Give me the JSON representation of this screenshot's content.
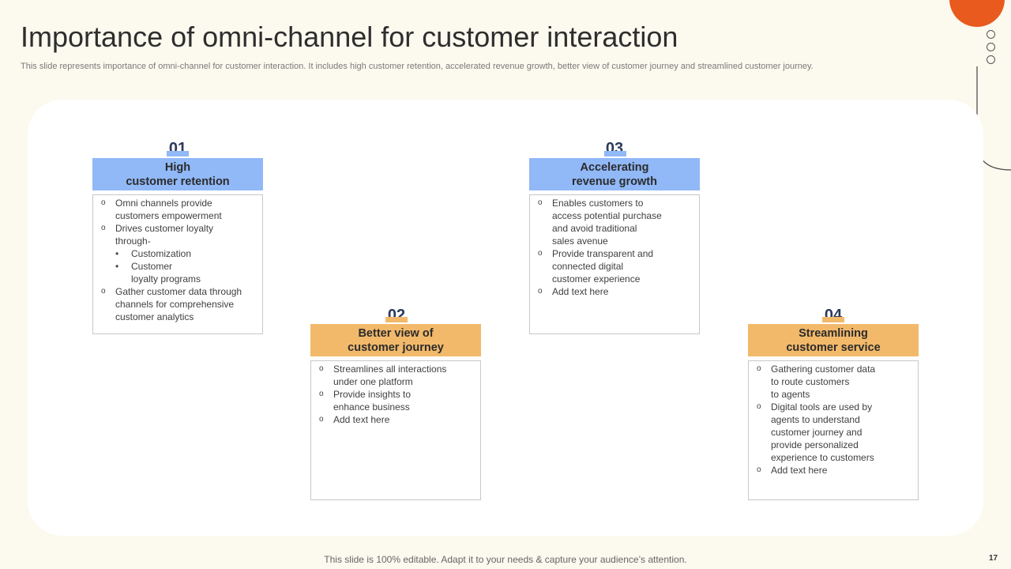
{
  "slide": {
    "title": "Importance of omni-channel for customer interaction",
    "subtitle": "This slide represents importance of omni-channel for customer interaction. It includes high customer retention, accelerated revenue growth, better view of customer journey and streamlined customer journey.",
    "footer": "This slide is 100% editable. Adapt it to your needs & capture your audience’s attention.",
    "page_number": "17"
  },
  "colors": {
    "blue_header": "#91b8f7",
    "orange_header": "#f2b96b",
    "accent": "#e85a1e"
  },
  "cards": [
    {
      "number": "01",
      "title_line1": "High",
      "title_line2": "customer retention",
      "lines": [
        {
          "marker": "o",
          "text": "Omni channels provide"
        },
        {
          "marker": "",
          "text": "customers empowerment"
        },
        {
          "marker": "o",
          "text": "Drives customer loyalty"
        },
        {
          "marker": "",
          "text": "through-"
        },
        {
          "marker": "•",
          "text": "Customization",
          "sub": true
        },
        {
          "marker": "•",
          "text": "Customer",
          "sub": true
        },
        {
          "marker": "",
          "text": "loyalty programs",
          "sub": true
        },
        {
          "marker": "o",
          "text": "Gather customer data through"
        },
        {
          "marker": "",
          "text": "channels for comprehensive"
        },
        {
          "marker": "",
          "text": "customer analytics"
        }
      ]
    },
    {
      "number": "02",
      "title_line1": "Better view of",
      "title_line2": "customer journey",
      "lines": [
        {
          "marker": "o",
          "text": "Streamlines all interactions"
        },
        {
          "marker": "",
          "text": "under one platform"
        },
        {
          "marker": "o",
          "text": "Provide insights to"
        },
        {
          "marker": "",
          "text": "enhance business"
        },
        {
          "marker": "o",
          "text": "Add text here"
        }
      ]
    },
    {
      "number": "03",
      "title_line1": "Accelerating",
      "title_line2": "revenue growth",
      "lines": [
        {
          "marker": "o",
          "text": "Enables customers to"
        },
        {
          "marker": "",
          "text": "access potential purchase"
        },
        {
          "marker": "",
          "text": "and avoid traditional"
        },
        {
          "marker": "",
          "text": "sales avenue"
        },
        {
          "marker": "o",
          "text": "Provide transparent and"
        },
        {
          "marker": "",
          "text": "connected digital"
        },
        {
          "marker": "",
          "text": "customer experience"
        },
        {
          "marker": "o",
          "text": "Add text here"
        }
      ]
    },
    {
      "number": "04",
      "title_line1": "Streamlining",
      "title_line2": "customer service",
      "lines": [
        {
          "marker": "o",
          "text": "Gathering customer data"
        },
        {
          "marker": "",
          "text": "to route customers"
        },
        {
          "marker": "",
          "text": "to agents"
        },
        {
          "marker": "o",
          "text": "Digital tools are used by"
        },
        {
          "marker": "",
          "text": "agents to understand"
        },
        {
          "marker": "",
          "text": "customer journey and"
        },
        {
          "marker": "",
          "text": "provide personalized"
        },
        {
          "marker": "",
          "text": "experience to customers"
        },
        {
          "marker": "o",
          "text": "Add text here"
        }
      ]
    }
  ]
}
